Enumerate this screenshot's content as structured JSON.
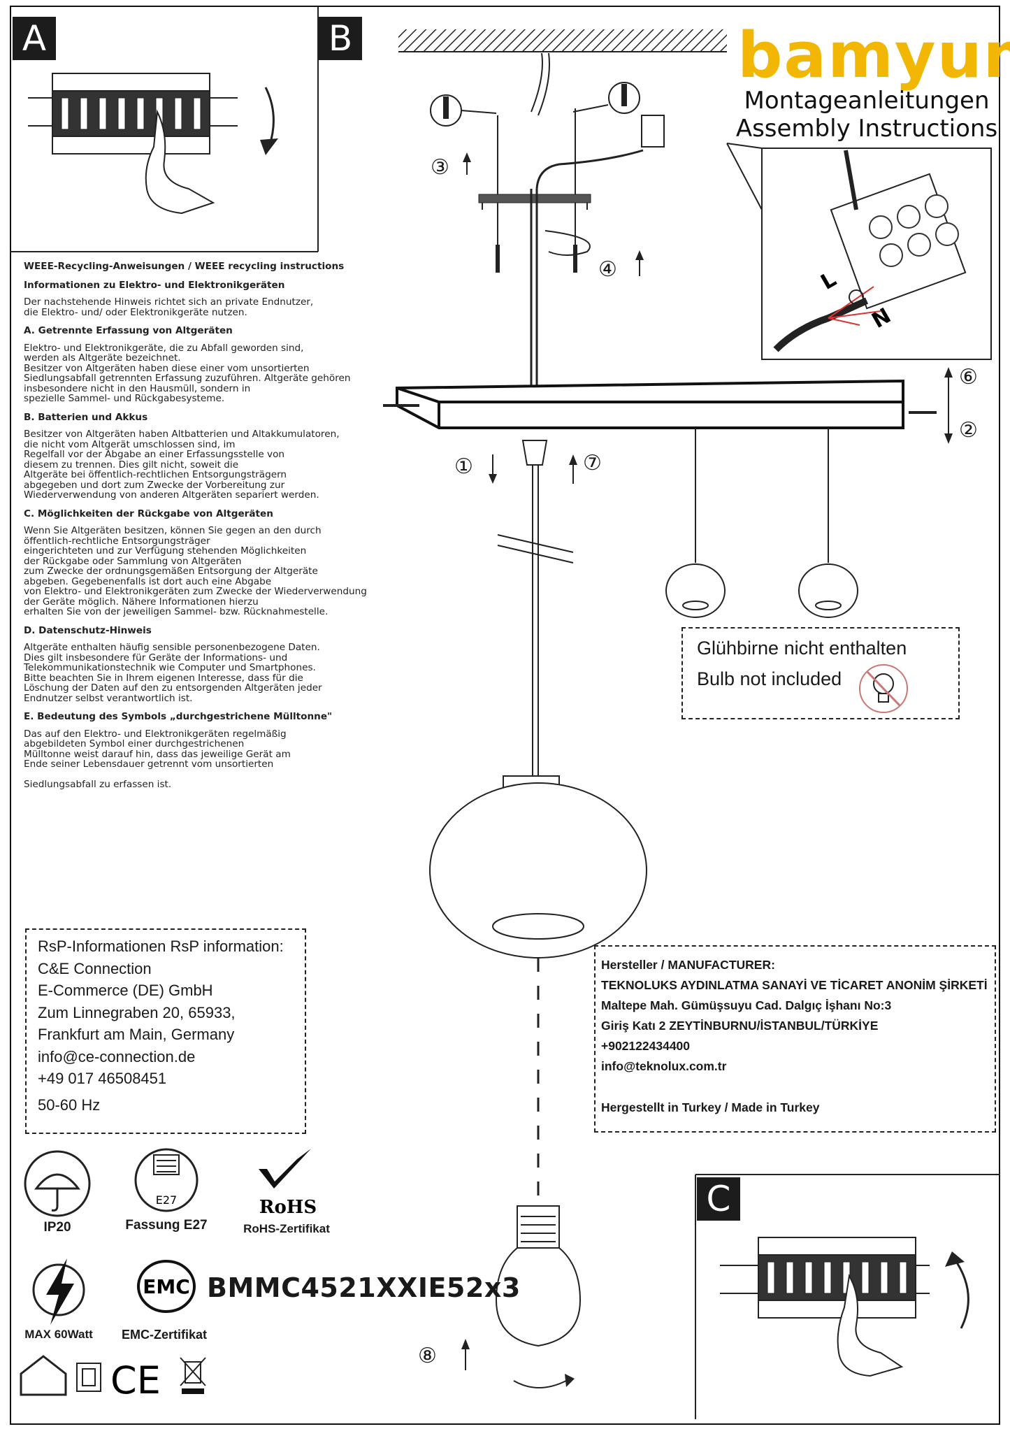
{
  "brand": {
    "logo_text": "bamyum",
    "subtitle_de": "Montageanleitungen",
    "subtitle_en": "Assembly Instructions"
  },
  "panels": {
    "a": "A",
    "b": "B",
    "c": "C"
  },
  "steps": [
    "①",
    "②",
    "③",
    "④",
    "⑥",
    "⑦",
    "⑧"
  ],
  "terminal_labels": {
    "live": "L",
    "neutral": "N"
  },
  "weee": {
    "title": "WEEE-Recycling-Anweisungen / WEEE recycling instructions",
    "subtitle": "Informationen zu Elektro- und Elektronikgeräten",
    "intro": "Der nachstehende Hinweis richtet sich an private Endnutzer,\n die Elektro- und/ oder Elektronikgeräte nutzen.",
    "a_title": "A. Getrennte Erfassung von Altgeräten",
    "a_text": "Elektro- und Elektronikgeräte, die zu Abfall geworden sind,\n werden als Altgeräte bezeichnet.\nBesitzer von Altgeräten haben diese einer vom unsortierten\nSiedlungsabfall getrennten Erfassung zuzuführen. Altgeräte gehören\ninsbesondere nicht in den Hausmüll, sondern in\nspezielle Sammel- und Rückgabesysteme.",
    "b_title": "B. Batterien und Akkus",
    "b_text": "Besitzer von Altgeräten haben Altbatterien und Altakkumulatoren,\n die nicht vom Altgerät umschlossen sind, im\nRegelfall vor der Abgabe an einer Erfassungsstelle von\ndiesem zu trennen. Dies gilt nicht, soweit die\nAltgeräte bei öffentlich-rechtlichen Entsorgungsträgern\nabgegeben und dort zum Zwecke der Vorbereitung zur\nWiederverwendung von anderen Altgeräten separiert werden.",
    "c_title": "C. Möglichkeiten der Rückgabe von Altgeräten",
    "c_text": "Wenn Sie Altgeräten besitzen, können Sie gegen an den durch\nöffentlich-rechtliche Entsorgungsträger\neingerichteten und zur Verfügung stehenden Möglichkeiten\nder Rückgabe oder Sammlung von Altgeräten\n zum Zwecke der ordnungsgemäßen Entsorgung der Altgeräte\nabgeben. Gegebenenfalls ist dort auch eine Abgabe\n von Elektro- und Elektronikgeräten zum Zwecke der Wiederverwendung\nder Geräte möglich. Nähere Informationen hierzu\nerhalten Sie von der jeweiligen Sammel- bzw. Rücknahmestelle.",
    "d_title": "D. Datenschutz-Hinweis",
    "d_text": "Altgeräte enthalten häufig sensible personenbezogene Daten.\nDies gilt insbesondere für Geräte der Informations- und\nTelekommunikationstechnik wie Computer und Smartphones.\n Bitte beachten Sie in Ihrem eigenen Interesse, dass für die\nLöschung der Daten auf den zu entsorgenden Altgeräten jeder\nEndnutzer selbst verantwortlich ist.",
    "e_title": "E. Bedeutung des Symbols „durchgestrichene Mülltonne\"",
    "e_text": "Das auf den Elektro- und Elektronikgeräten regelmäßig\n abgebildeten Symbol einer durchgestrichenen\nMülltonne weist darauf hin, dass das jeweilige Gerät am\nEnde seiner Lebensdauer getrennt vom unsortierten",
    "e_text2": "Siedlungsabfall zu erfassen ist."
  },
  "bulb_note": {
    "de": "Glühbirne nicht enthalten",
    "en": "Bulb not included"
  },
  "rsp": {
    "title": "RsP-Informationen RsP information:",
    "lines": [
      "C&E Connection",
      "E-Commerce (DE) GmbH",
      "Zum Linnegraben 20, 65933,",
      "Frankfurt am Main, Germany",
      "info@ce-connection.de",
      "+49 017 46508451",
      "50-60 Hz"
    ]
  },
  "manufacturer": {
    "title": "Hersteller / MANUFACTURER:",
    "lines": [
      "TEKNOLUKS AYDINLATMA SANAYİ VE TİCARET ANONİM ŞİRKETİ",
      "Maltepe Mah. Gümüşsuyu Cad. Dalgıç İşhanı No:3",
      "Giriş Katı 2 ZEYTİNBURNU/İSTANBUL/TÜRKİYE",
      "+902122434400",
      "info@teknolux.com.tr"
    ],
    "made_in": "Hergestellt in Turkey / Made in Turkey"
  },
  "symbols": {
    "ip20": "IP20",
    "e27_badge": "E27",
    "socket": "Fassung E27",
    "rohs_badge": "RoHS",
    "rohs": "RoHS-Zertifikat",
    "max_watt": "MAX 60Watt",
    "emc_badge": "EMC",
    "emc": "EMC-Zertifikat",
    "ce_mark": "CE"
  },
  "model": "BMMC4521XXIE52x3"
}
